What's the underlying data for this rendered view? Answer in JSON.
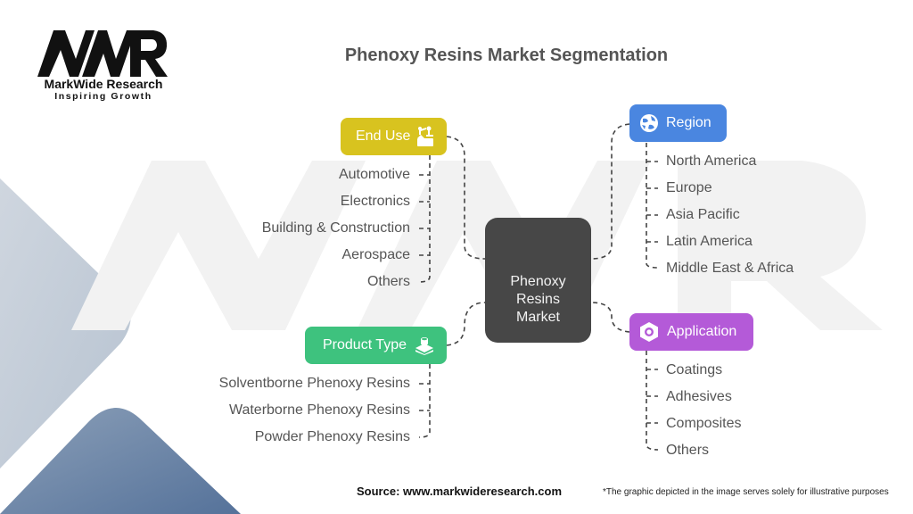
{
  "brand": {
    "logo_mark": "MWR",
    "name": "MarkWide Research",
    "tagline": "Inspiring Growth"
  },
  "title": "Phenoxy Resins Market Segmentation",
  "center": {
    "label": "Phenoxy Resins Market"
  },
  "categories": {
    "end_use": {
      "label": "End Use",
      "icon": "factory-icon",
      "color": "#d8c31f",
      "items": [
        "Automotive",
        "Electronics",
        "Building & Construction",
        "Aerospace",
        "Others"
      ]
    },
    "region": {
      "label": "Region",
      "icon": "globe-icon",
      "color": "#4a86e0",
      "items": [
        "North America",
        "Europe",
        "Asia Pacific",
        "Latin America",
        "Middle East & Africa"
      ]
    },
    "product_type": {
      "label": "Product Type",
      "icon": "layers-icon",
      "color": "#3ec27e",
      "items": [
        "Solventborne Phenoxy Resins",
        "Waterborne Phenoxy Resins",
        "Powder Phenoxy Resins"
      ]
    },
    "application": {
      "label": "Application",
      "icon": "hexagon-nut-icon",
      "color": "#b45ad8",
      "items": [
        "Coatings",
        "Adhesives",
        "Composites",
        "Others"
      ]
    }
  },
  "footer": {
    "source": "Source: www.markwideresearch.com",
    "disclaimer": "*The graphic depicted in the image serves solely for illustrative purposes"
  },
  "colors": {
    "center_node": "#474747",
    "text": "#555555",
    "connector": "#444444"
  }
}
